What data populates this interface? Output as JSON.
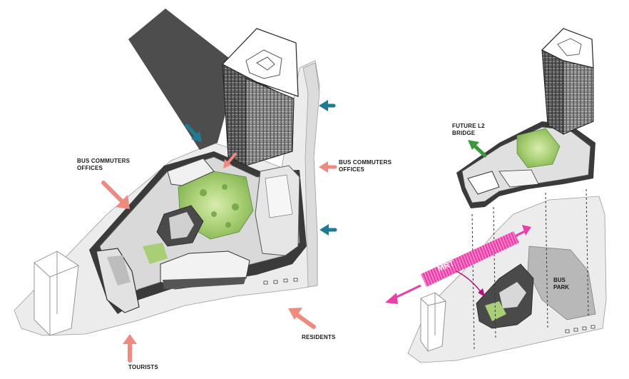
{
  "left_diagram": {
    "labels": {
      "bus_commuters_offices_left": [
        "BUS COMMUTERS",
        "OFFICES"
      ],
      "bus_commuters_offices_right": [
        "BUS COMMUTERS",
        "OFFICES"
      ],
      "residents": "RESIDENTS",
      "tourists": "TOURISTS"
    },
    "arrow_colors": {
      "salmon": "#ef8a80",
      "teal": "#1f7a93"
    }
  },
  "right_diagram": {
    "labels": {
      "future_l2_bridge": [
        "FUTURE L2",
        "BRIDGE"
      ],
      "mrt": "MRT",
      "bus_park": [
        "BUS",
        "PARK"
      ]
    },
    "arrow_colors": {
      "green": "#3a9a3a",
      "magenta": "#e83fa8"
    }
  }
}
